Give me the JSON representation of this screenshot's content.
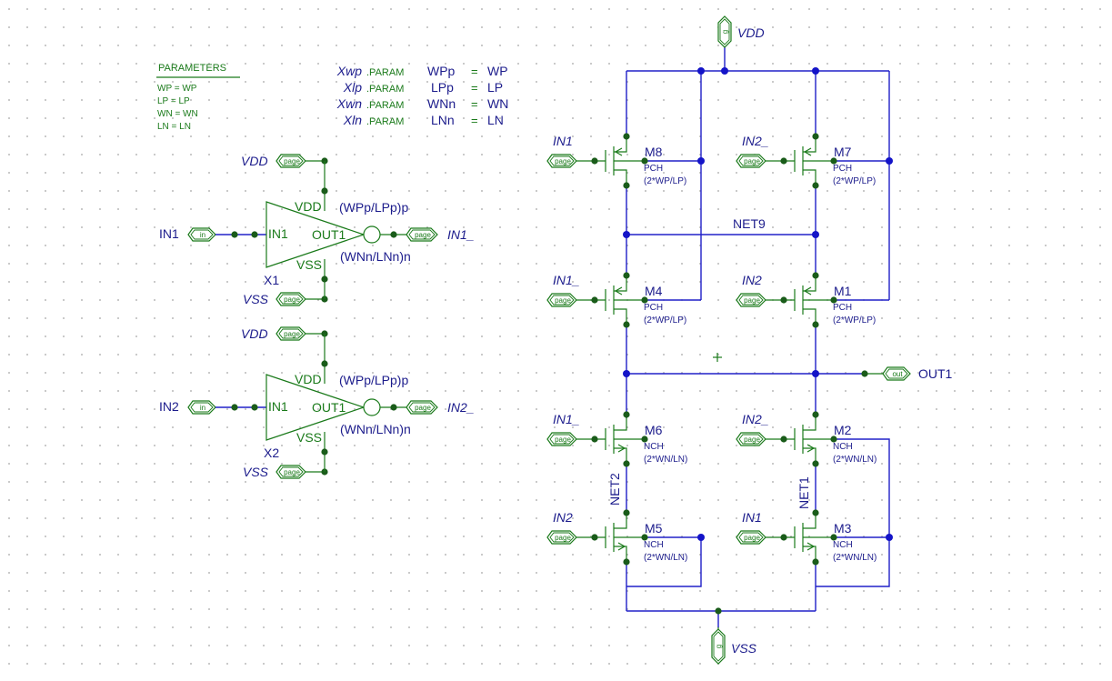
{
  "parameters": {
    "title": "PARAMETERS",
    "items": [
      "WP = WP",
      "LP = LP",
      "WN = WN",
      "LN = LN"
    ]
  },
  "param_table": [
    {
      "name": "Xwp",
      "kw": ".PARAM",
      "lhs": "WPp",
      "eq": "=",
      "rhs": "WP"
    },
    {
      "name": "Xlp",
      "kw": ".PARAM",
      "lhs": "LPp",
      "eq": "=",
      "rhs": "LP"
    },
    {
      "name": "Xwn",
      "kw": ".PARAM",
      "lhs": "WNn",
      "eq": "=",
      "rhs": "WN"
    },
    {
      "name": "Xln",
      "kw": ".PARAM",
      "lhs": "LNn",
      "eq": "=",
      "rhs": "LN"
    }
  ],
  "port_glyphs": {
    "page": "page",
    "in": "in",
    "out": "out",
    "global": "g"
  },
  "inverters": [
    {
      "ref": "X1",
      "vdd_label": "VDD",
      "vss_label": "VSS",
      "in_label": "IN1",
      "out_label": "IN1_",
      "pin_in": "IN1",
      "pin_out": "OUT1",
      "pin_vdd": "VDD",
      "pin_vss": "VSS",
      "p_size": "(WPp/LPp)p",
      "n_size": "(WNn/LNn)n"
    },
    {
      "ref": "X2",
      "vdd_label": "VDD",
      "vss_label": "VSS",
      "in_label": "IN2",
      "out_label": "IN2_",
      "pin_in": "IN1",
      "pin_out": "OUT1",
      "pin_vdd": "VDD",
      "pin_vss": "VSS",
      "p_size": "(WPp/LPp)p",
      "n_size": "(WNn/LNn)n"
    }
  ],
  "rails": {
    "vdd": "VDD",
    "vss": "VSS",
    "out": "OUT1"
  },
  "nets": {
    "net9": "NET9",
    "net2": "NET2",
    "net1": "NET1"
  },
  "transistors": [
    {
      "ref": "M8",
      "type": "PCH",
      "size": "(2*WP/LP)",
      "input": "IN1"
    },
    {
      "ref": "M7",
      "type": "PCH",
      "size": "(2*WP/LP)",
      "input": "IN2_"
    },
    {
      "ref": "M4",
      "type": "PCH",
      "size": "(2*WP/LP)",
      "input": "IN1_"
    },
    {
      "ref": "M1",
      "type": "PCH",
      "size": "(2*WP/LP)",
      "input": "IN2"
    },
    {
      "ref": "M6",
      "type": "NCH",
      "size": "(2*WN/LN)",
      "input": "IN1_"
    },
    {
      "ref": "M2",
      "type": "NCH",
      "size": "(2*WN/LN)",
      "input": "IN2_"
    },
    {
      "ref": "M5",
      "type": "NCH",
      "size": "(2*WN/LN)",
      "input": "IN2"
    },
    {
      "ref": "M3",
      "type": "NCH",
      "size": "(2*WN/LN)",
      "input": "IN1"
    }
  ]
}
